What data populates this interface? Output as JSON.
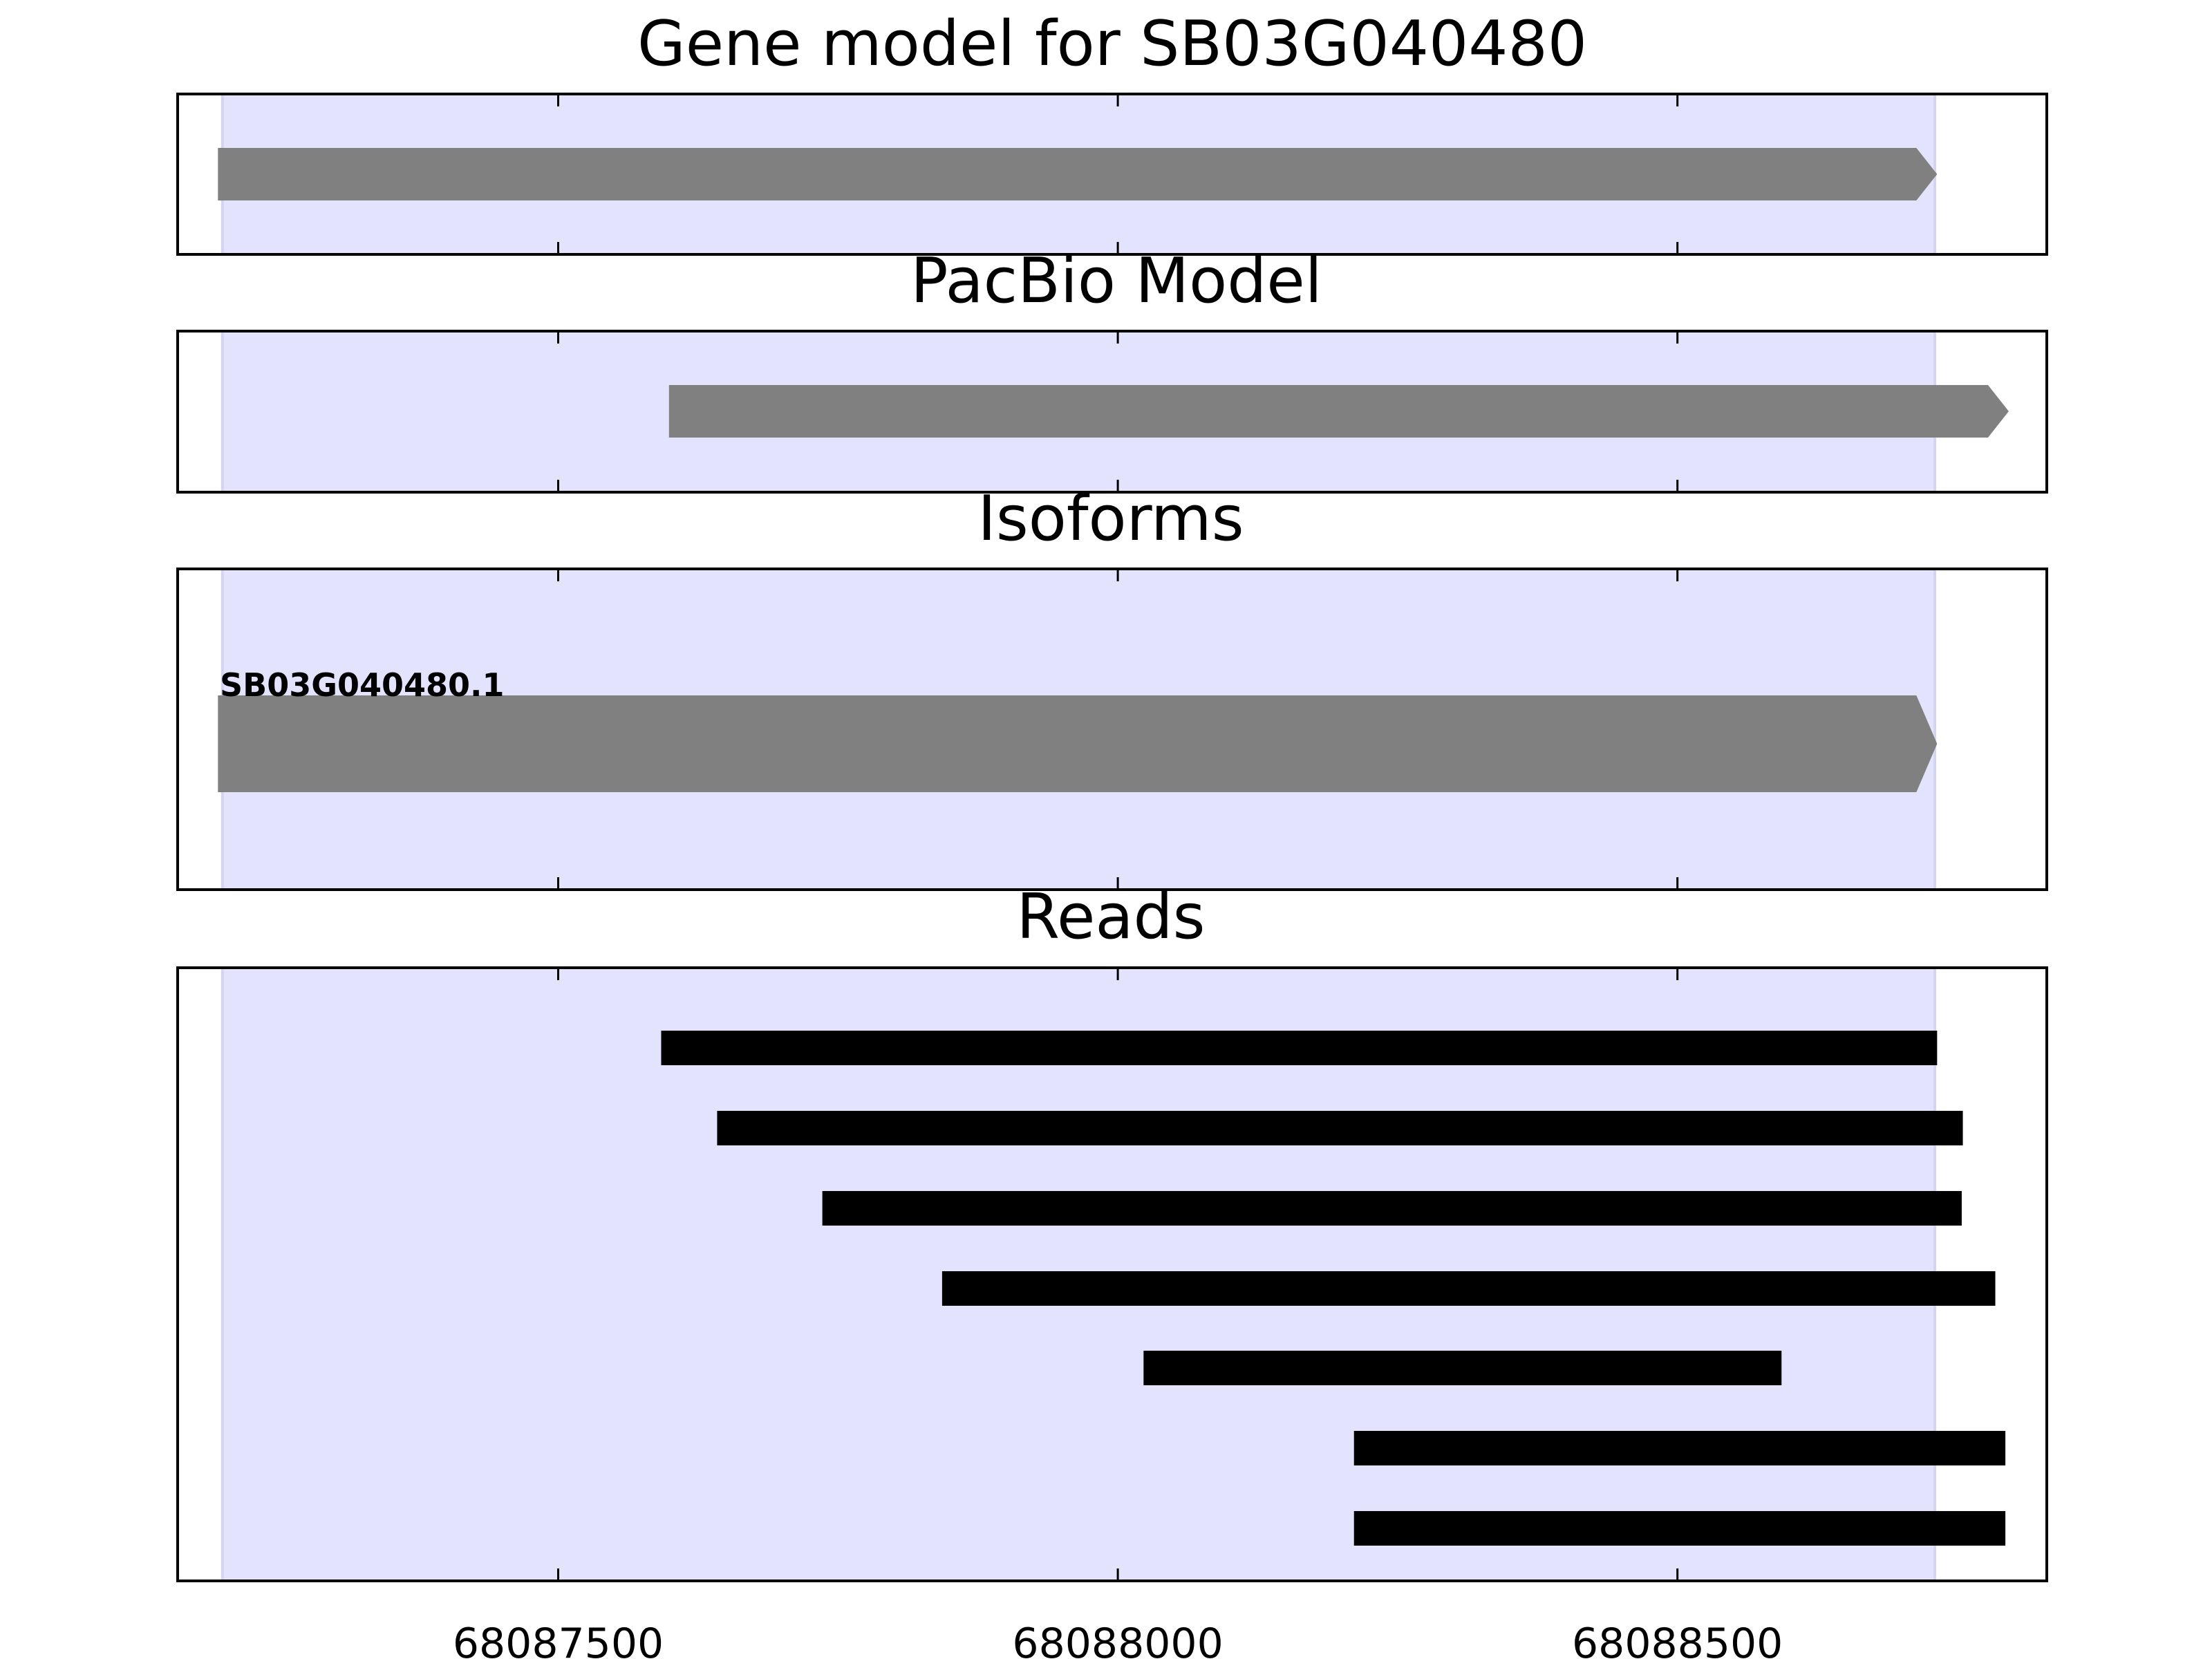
{
  "chart_data": {
    "type": "gene-track",
    "x_ticks": [
      68087500,
      68088000,
      68088500
    ],
    "xlim": [
      68087160,
      68088830
    ],
    "highlight_region": [
      68087200,
      68088730
    ],
    "colors": {
      "highlight": "#e3e3fd",
      "highlight_edge": "#d4d4f0",
      "feature": "#808080",
      "read": "#000000",
      "frame": "#000000"
    },
    "panels": [
      {
        "key": "gene",
        "title": "Gene model for SB03G040480",
        "features": [
          {
            "start": 68087196,
            "end": 68088732,
            "strand": "+"
          }
        ]
      },
      {
        "key": "pacbio",
        "title": "PacBio Model",
        "features": [
          {
            "start": 68087599,
            "end": 68088796,
            "strand": "+"
          }
        ]
      },
      {
        "key": "isoforms",
        "title": "Isoforms",
        "features": [
          {
            "label": "SB03G040480.1",
            "start": 68087196,
            "end": 68088732,
            "strand": "+"
          }
        ]
      },
      {
        "key": "reads",
        "title": "Reads",
        "reads": [
          {
            "start": 68087592,
            "end": 68088732
          },
          {
            "start": 68087642,
            "end": 68088755
          },
          {
            "start": 68087736,
            "end": 68088754
          },
          {
            "start": 68087843,
            "end": 68088784
          },
          {
            "start": 68088023,
            "end": 68088593
          },
          {
            "start": 68088211,
            "end": 68088793
          },
          {
            "start": 68088211,
            "end": 68088793
          }
        ]
      }
    ]
  }
}
